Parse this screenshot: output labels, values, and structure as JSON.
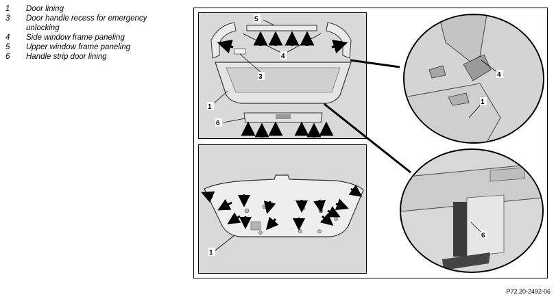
{
  "legend": [
    {
      "num": "1",
      "text": "Door lining"
    },
    {
      "num": "3",
      "text": "Door handle recess for emergency unlocking"
    },
    {
      "num": "4",
      "text": "Side window frame paneling"
    },
    {
      "num": "5",
      "text": "Upper window frame paneling"
    },
    {
      "num": "6",
      "text": "Handle strip door lining"
    }
  ],
  "reference_code": "P72.20-2492-06",
  "callouts": {
    "top_panel": [
      "5",
      "4",
      "3",
      "1",
      "6"
    ],
    "bottom_panel": [
      "1"
    ],
    "zoom_upper": [
      "4",
      "1"
    ],
    "zoom_lower": [
      "6"
    ]
  }
}
